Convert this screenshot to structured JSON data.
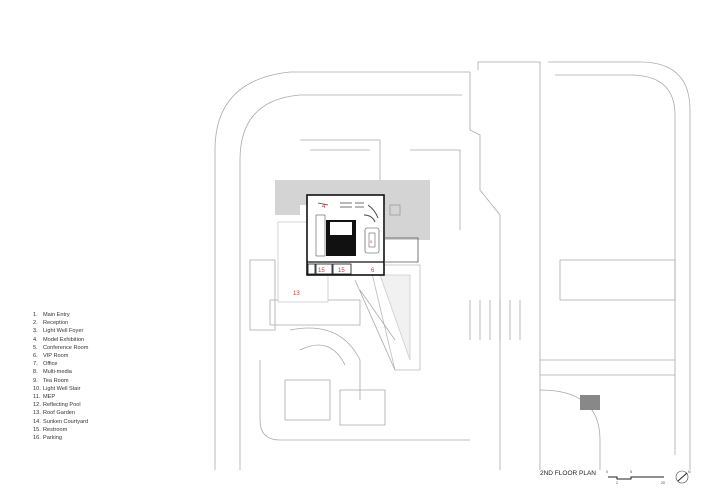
{
  "plan_title": "2ND FLOOR PLAN",
  "legend": [
    {
      "num": "1.",
      "label": "Main Entry"
    },
    {
      "num": "2.",
      "label": "Reception"
    },
    {
      "num": "3.",
      "label": "Light Well Foyer"
    },
    {
      "num": "4.",
      "label": "Model Exhibition"
    },
    {
      "num": "5.",
      "label": "Conference Room"
    },
    {
      "num": "6.",
      "label": "VIP Room"
    },
    {
      "num": "7.",
      "label": "Office"
    },
    {
      "num": "8.",
      "label": "Multi-media"
    },
    {
      "num": "9.",
      "label": "Tea Room"
    },
    {
      "num": "10.",
      "label": "Light Well Stair"
    },
    {
      "num": "11.",
      "label": "MEP"
    },
    {
      "num": "12.",
      "label": "Reflecting Pool"
    },
    {
      "num": "13.",
      "label": "Roof Garden"
    },
    {
      "num": "14.",
      "label": "Sunken Courtyard"
    },
    {
      "num": "15.",
      "label": "Restroom"
    },
    {
      "num": "16.",
      "label": "Parking"
    }
  ],
  "room_labels": {
    "model": "4",
    "restroom_a": "15",
    "restroom_b": "15",
    "vip": "6",
    "roof_garden": "13",
    "conference": "5"
  },
  "scale_bar": {
    "t0": "0",
    "t1": "2",
    "t2": "5",
    "t3": "20"
  },
  "north": "N",
  "colors": {
    "room_label": "#dd3333",
    "shade": "#d4d4d4",
    "line": "#999999"
  }
}
